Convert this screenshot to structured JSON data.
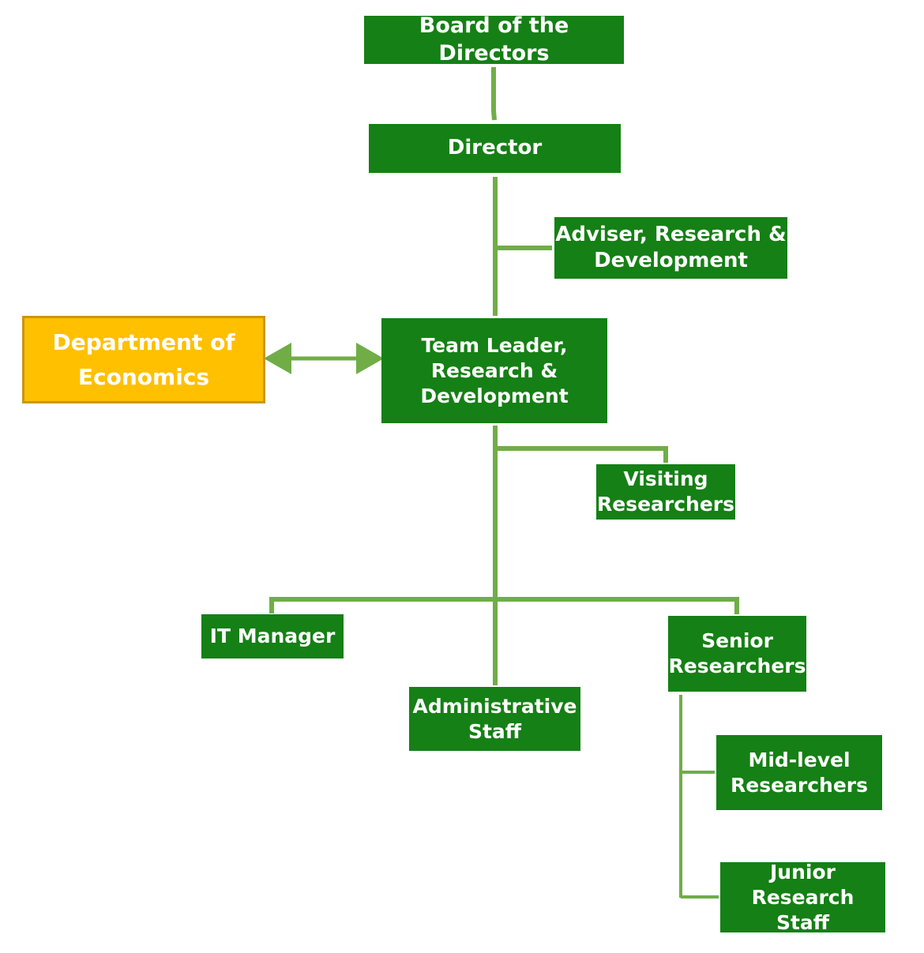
{
  "chart": {
    "nodes": {
      "board": [
        "Board of the Directors"
      ],
      "director": [
        "Director"
      ],
      "adviser": [
        "Adviser, Research &",
        "Development"
      ],
      "department": [
        "Department of",
        "Economics"
      ],
      "team_leader": [
        "Team Leader,",
        "Research &",
        "Development"
      ],
      "visiting": [
        "Visiting",
        "Researchers"
      ],
      "it_manager": [
        "IT Manager"
      ],
      "admin": [
        "Administrative",
        "Staff"
      ],
      "senior": [
        "Senior",
        "Researchers"
      ],
      "mid": [
        "Mid-level",
        "Researchers"
      ],
      "junior": [
        "Junior Research",
        "Staff"
      ]
    },
    "colors": {
      "node_fill": "#158015",
      "department_fill": "#ffc000",
      "department_border": "#c89618",
      "connector": "#70ad47",
      "text": "#ffffff"
    },
    "relations": [
      {
        "from": "board",
        "to": "director",
        "type": "reports"
      },
      {
        "from": "director",
        "to": "adviser",
        "type": "advises"
      },
      {
        "from": "director",
        "to": "team_leader",
        "type": "reports"
      },
      {
        "from": "department",
        "to": "team_leader",
        "type": "two-way"
      },
      {
        "from": "team_leader",
        "to": "visiting",
        "type": "reports"
      },
      {
        "from": "team_leader",
        "to": "it_manager",
        "type": "reports"
      },
      {
        "from": "team_leader",
        "to": "admin",
        "type": "reports"
      },
      {
        "from": "team_leader",
        "to": "senior",
        "type": "reports"
      },
      {
        "from": "senior",
        "to": "mid",
        "type": "reports"
      },
      {
        "from": "senior",
        "to": "junior",
        "type": "reports"
      }
    ]
  }
}
